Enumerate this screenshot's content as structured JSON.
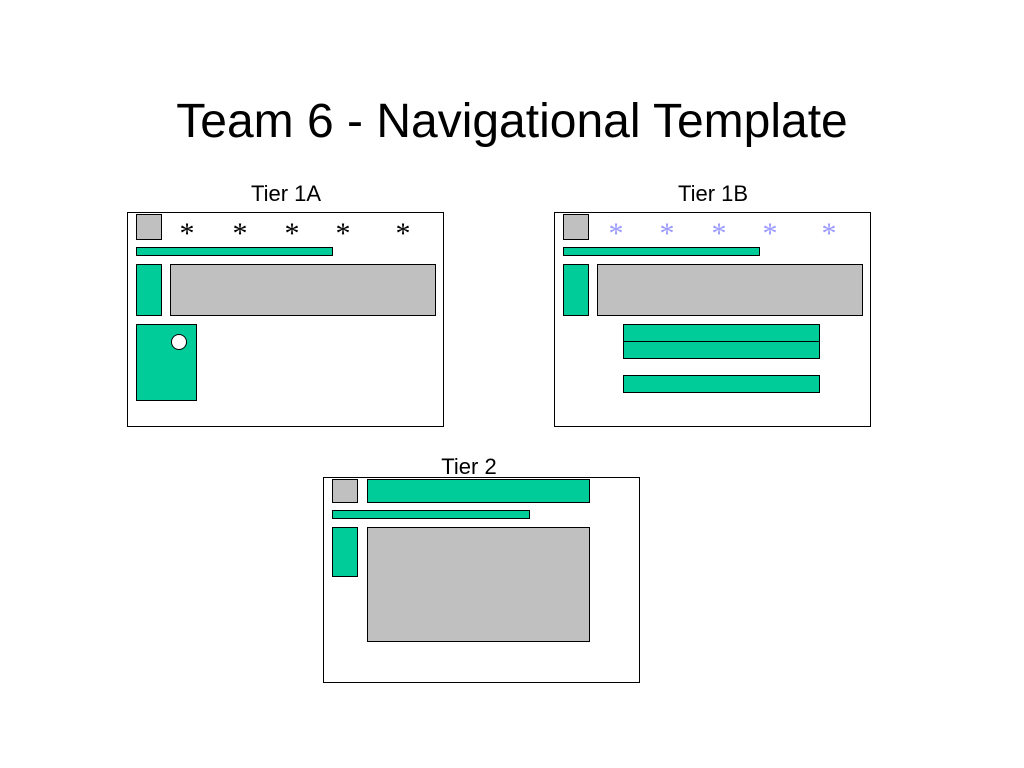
{
  "title": "Team 6 - Navigational Template",
  "colors": {
    "accent": "#00cc99",
    "placeholder": "#c0c0c0",
    "star_light": "#9999ff"
  },
  "templates": {
    "tier1a": {
      "label": "Tier 1A",
      "stars": [
        "*",
        "*",
        "*",
        "*",
        "*"
      ]
    },
    "tier1b": {
      "label": "Tier 1B",
      "stars": [
        "*",
        "*",
        "*",
        "*",
        "*"
      ]
    },
    "tier2": {
      "label": "Tier 2"
    }
  }
}
